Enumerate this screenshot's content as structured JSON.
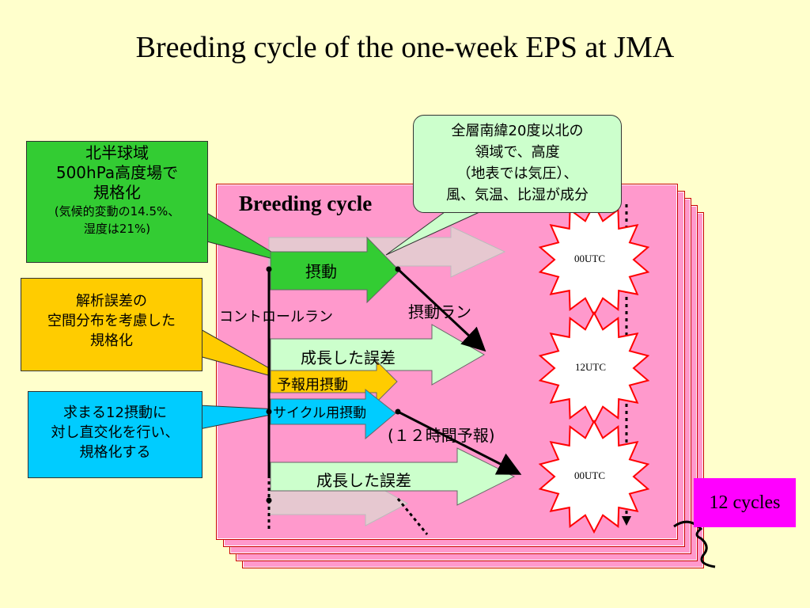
{
  "title": "Breeding cycle of the one-week EPS at JMA",
  "diagram": {
    "heading": "Breeding cycle",
    "callouts": {
      "green": {
        "lines": [
          "北半球域",
          "500hPa高度場で",
          "規格化",
          "(気候的変動の14.5%、",
          "湿度は21%)"
        ]
      },
      "orange": {
        "lines": [
          "解析誤差の",
          "空間分布を考慮した",
          "規格化"
        ]
      },
      "blue": {
        "lines": [
          "求まる12摂動に",
          "対し直交化を行い、",
          "規格化する"
        ]
      },
      "top": {
        "lines": [
          "全層南緯20度以北の",
          "領域で、高度",
          "（地表では気圧）、",
          "風、気温、比湿が成分"
        ]
      }
    },
    "arrows": {
      "perturbation": "摂動",
      "grown_error_1": "成長した誤差",
      "forecast_perturbation": "予報用摂動",
      "cycle_perturbation": "サイクル用摂動",
      "grown_error_2": "成長した誤差"
    },
    "labels": {
      "control_run": "コントロールラン",
      "perturbed_run": "摂動ラン",
      "forecast_12h": "(１２時間予報)",
      "cycles": "12 cycles"
    },
    "bursts": [
      "00UTC",
      "12UTC",
      "00UTC"
    ]
  },
  "colors": {
    "background": "#ffffcc",
    "panel": "#ff99cc",
    "green_callout": "#33cc33",
    "orange_callout": "#ffcc00",
    "blue_callout": "#00ccff",
    "top_callout": "#ccffcc",
    "cycles_box": "#ff00ff"
  }
}
